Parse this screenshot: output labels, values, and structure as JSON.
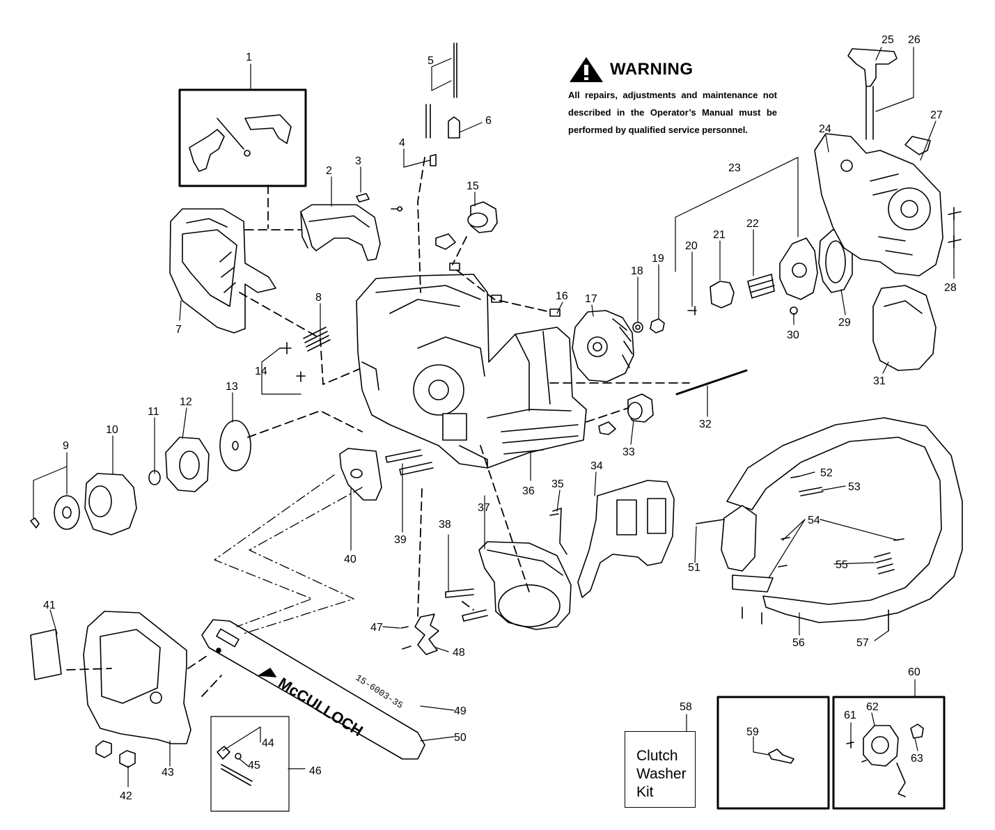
{
  "warning": {
    "title": "WARNING",
    "text": "All repairs, adjustments and maintenance not described in the Operator’s Manual must be performed by qualified  service personnel."
  },
  "kit_box": {
    "number": "58",
    "label": "Clutch Washer Kit"
  },
  "bar_logo": "McCULLOCH",
  "bar_marking": "15-6003-35",
  "callouts": [
    "1",
    "2",
    "3",
    "4",
    "5",
    "6",
    "7",
    "8",
    "9",
    "10",
    "11",
    "12",
    "13",
    "14",
    "15",
    "16",
    "17",
    "18",
    "19",
    "20",
    "21",
    "22",
    "23",
    "24",
    "25",
    "26",
    "27",
    "28",
    "29",
    "30",
    "31",
    "32",
    "33",
    "34",
    "35",
    "36",
    "37",
    "38",
    "39",
    "40",
    "41",
    "42",
    "43",
    "44",
    "45",
    "46",
    "47",
    "48",
    "49",
    "50",
    "51",
    "52",
    "53",
    "54",
    "55",
    "56",
    "57",
    "59",
    "60",
    "61",
    "62",
    "63"
  ]
}
